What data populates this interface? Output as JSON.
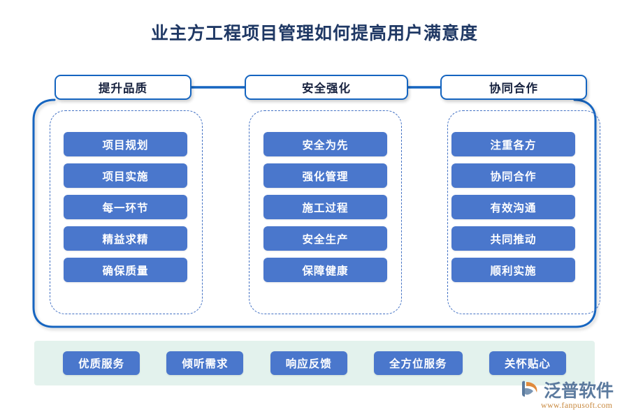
{
  "page": {
    "title": "业主方工程项目管理如何提高用户满意度",
    "background_color": "#ffffff",
    "title_color": "#1f3864"
  },
  "theme": {
    "accent_blue": "#1565c0",
    "chip_blue": "#4a77cc",
    "dashed_blue": "#4472c4",
    "strip_green": "#e3f2ed",
    "logo_blue": "#5b7a9e",
    "logo_orange": "#c8893f"
  },
  "columns": [
    {
      "header": "提升品质",
      "items": [
        "项目规划",
        "项目实施",
        "每一环节",
        "精益求精",
        "确保质量"
      ]
    },
    {
      "header": "安全强化",
      "items": [
        "安全为先",
        "强化管理",
        "施工过程",
        "安全生产",
        "保障健康"
      ]
    },
    {
      "header": "协同合作",
      "items": [
        "注重各方",
        "协同合作",
        "有效沟通",
        "共同推动",
        "顺利实施"
      ]
    }
  ],
  "bottom_strip": {
    "items": [
      "优质服务",
      "倾听需求",
      "响应反馈",
      "全方位服务",
      "关怀贴心"
    ]
  },
  "logo": {
    "icon": "fanpu-swoosh-icon",
    "name": "泛普软件",
    "url": "www.fanpusoft.com"
  }
}
